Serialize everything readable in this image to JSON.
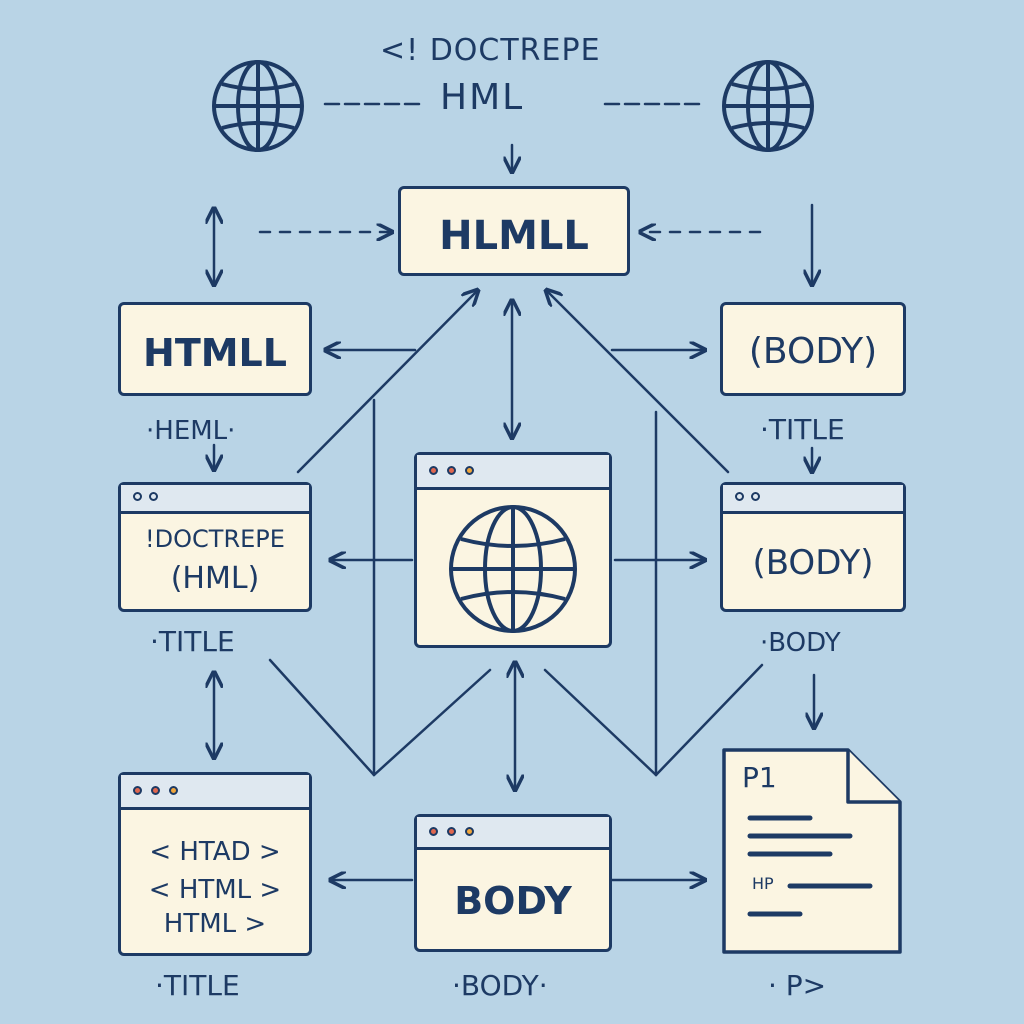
{
  "header": {
    "line1": "<! DOCTREPE",
    "line2": "HML"
  },
  "nodes": {
    "top_center": "HLMLL",
    "left_top": "HTMLL",
    "right_top": "(BODY)",
    "left_mid_line1": "!DOCTREPE",
    "left_mid_line2": "(HML)",
    "right_mid": "(BODY)",
    "bottom_left_line1": "< HTAD >",
    "bottom_left_line2": "< HTML >",
    "bottom_left_line3": "HTML >",
    "bottom_center": "BODY",
    "doc_title": "P1",
    "doc_inline": "HP"
  },
  "captions": {
    "left_top": "·HEML·",
    "right_top": "·TITLE",
    "left_mid": "·TITLE",
    "right_mid": "·BODY",
    "bottom_left": "·TITLE",
    "bottom_center": "·BODY·",
    "bottom_right": "· P>"
  },
  "colors": {
    "background": "#b9d4e6",
    "ink": "#1d3a64",
    "box_fill": "#fbf5e2",
    "dot_red": "#e0674f",
    "dot_orange": "#f0a63c"
  },
  "icons": [
    "globe-icon",
    "window-icon",
    "document-icon"
  ]
}
